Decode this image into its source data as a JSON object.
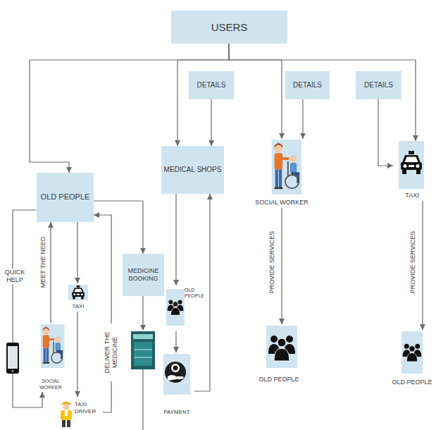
{
  "diagram": {
    "nodes": [
      {
        "text": [
          "USERS"
        ]
      },
      {
        "text": [
          "DETAILS"
        ]
      },
      {
        "text": [
          "DETAILS"
        ]
      },
      {
        "text": [
          "DETAILS"
        ]
      },
      {
        "text": [
          "MEDICAL SHOPS"
        ]
      },
      {
        "text": [
          "OLD PEOPLE"
        ]
      },
      {
        "text": [
          "SOCIAL WORKER"
        ]
      },
      {
        "text": [
          "TAXI"
        ]
      },
      {
        "text": [
          "MEDICINE BOOKING"
        ]
      },
      {
        "text": [
          "TAXI"
        ]
      },
      {
        "text": [
          "OLD PEOPLE"
        ]
      },
      {
        "text": [
          "SOCIAL WORKER"
        ]
      },
      {
        "text": [
          "OLD PEOPLE"
        ]
      },
      {
        "text": [
          "OLD PEOPLE"
        ]
      },
      {
        "text": [
          "PAYMENT"
        ]
      },
      {
        "text": [
          "TAXI DRIVER"
        ]
      }
    ],
    "edges": [
      {
        "from": 0,
        "to": 5,
        "arrow": "to"
      },
      {
        "from": 0,
        "to": 4,
        "arrow": "to"
      },
      {
        "from": 0,
        "to": 6,
        "arrow": "to"
      },
      {
        "from": 0,
        "to": 7,
        "arrow": "to"
      },
      {
        "from": 1,
        "to": 4,
        "arrow": "to"
      },
      {
        "from": 2,
        "to": 6,
        "arrow": "to"
      },
      {
        "from": 3,
        "to": 7,
        "arrow": "to"
      },
      {
        "from": 5,
        "to": 11,
        "label": "QUICK HELP",
        "arrow": "to"
      },
      {
        "from": 11,
        "to": 5,
        "label": "MEET THE NEED",
        "arrow": "to"
      },
      {
        "from": 5,
        "to": 9,
        "arrow": "to"
      },
      {
        "from": 9,
        "to": 15,
        "arrow": "to"
      },
      {
        "from": 15,
        "to": 5,
        "label": "DELIVER THE MEDICINE",
        "arrow": "to"
      },
      {
        "from": 5,
        "to": 8,
        "arrow": "to"
      },
      {
        "from": 4,
        "to": 10,
        "arrow": "to"
      },
      {
        "from": 10,
        "to": 14,
        "arrow": "to"
      },
      {
        "from": 14,
        "to": 4,
        "arrow": "to"
      },
      {
        "from": 6,
        "to": 12,
        "label": "PROVIDE SERVICES",
        "arrow": "to"
      },
      {
        "from": 7,
        "to": 13,
        "label": "PROVIDE SERVICES",
        "arrow": "to"
      }
    ]
  }
}
